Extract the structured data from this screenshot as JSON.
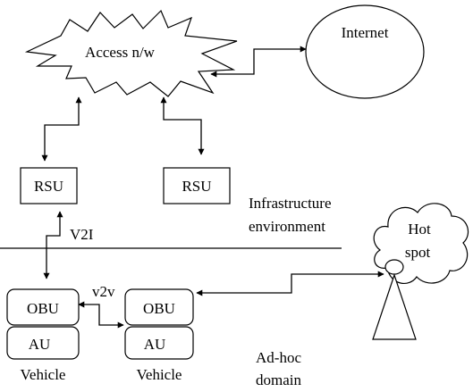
{
  "nodes": {
    "access_network": "Access n/w",
    "internet": "Internet",
    "rsu_left": "RSU",
    "rsu_right": "RSU",
    "hotspot_line1": "Hot",
    "hotspot_line2": "spot",
    "obu_left": "OBU",
    "au_left": "AU",
    "obu_right": "OBU",
    "au_right": "AU",
    "vehicle_left": "Vehicle",
    "vehicle_right": "Vehicle"
  },
  "labels": {
    "v2i": "V2I",
    "v2v": "v2v",
    "infra_line1": "Infrastructure",
    "infra_line2": "environment",
    "adhoc_line1": "Ad-hoc",
    "adhoc_line2": "domain"
  }
}
